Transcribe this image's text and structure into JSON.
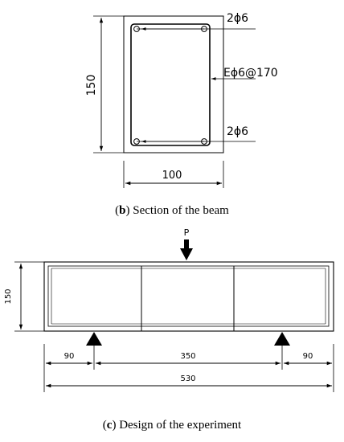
{
  "section_b": {
    "top_bars": "2ϕ6",
    "stirrups": "Eϕ6@170",
    "bottom_bars": "2ϕ6",
    "height_dim": "150",
    "width_dim": "100",
    "caption_letter": "b",
    "caption_text": "Section of the beam"
  },
  "section_c": {
    "load_label": "P",
    "height_dim": "150",
    "left_overhang": "90",
    "span": "350",
    "right_overhang": "90",
    "total_length": "530",
    "caption_letter": "c",
    "caption_text": "Design of the experiment"
  },
  "colors": {
    "line": "#000000",
    "background": "#ffffff"
  }
}
